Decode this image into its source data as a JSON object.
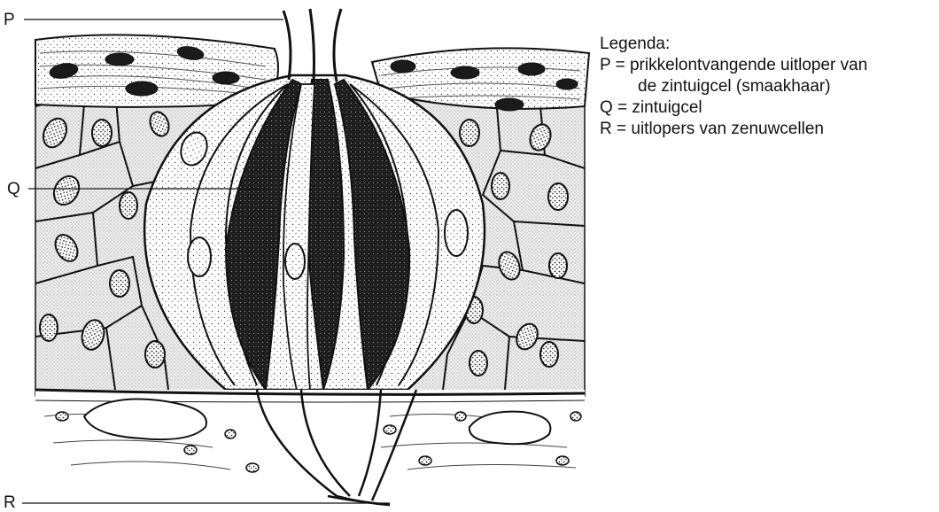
{
  "diagram": {
    "pointer_labels": {
      "p": "P",
      "q": "Q",
      "r": "R"
    },
    "legend": {
      "title": "Legenda:",
      "entries": [
        {
          "line1": "P = prikkelontvangende uitloper van",
          "line2": "de zintuigcel (smaakhaar)"
        },
        {
          "line1": "Q = zintuigcel",
          "line2": ""
        },
        {
          "line1": "R = uitlopers van zenuwcellen",
          "line2": ""
        }
      ]
    },
    "colors": {
      "ink": "#111111",
      "stipple": "#c8c8c8",
      "paper": "#ffffff"
    }
  }
}
